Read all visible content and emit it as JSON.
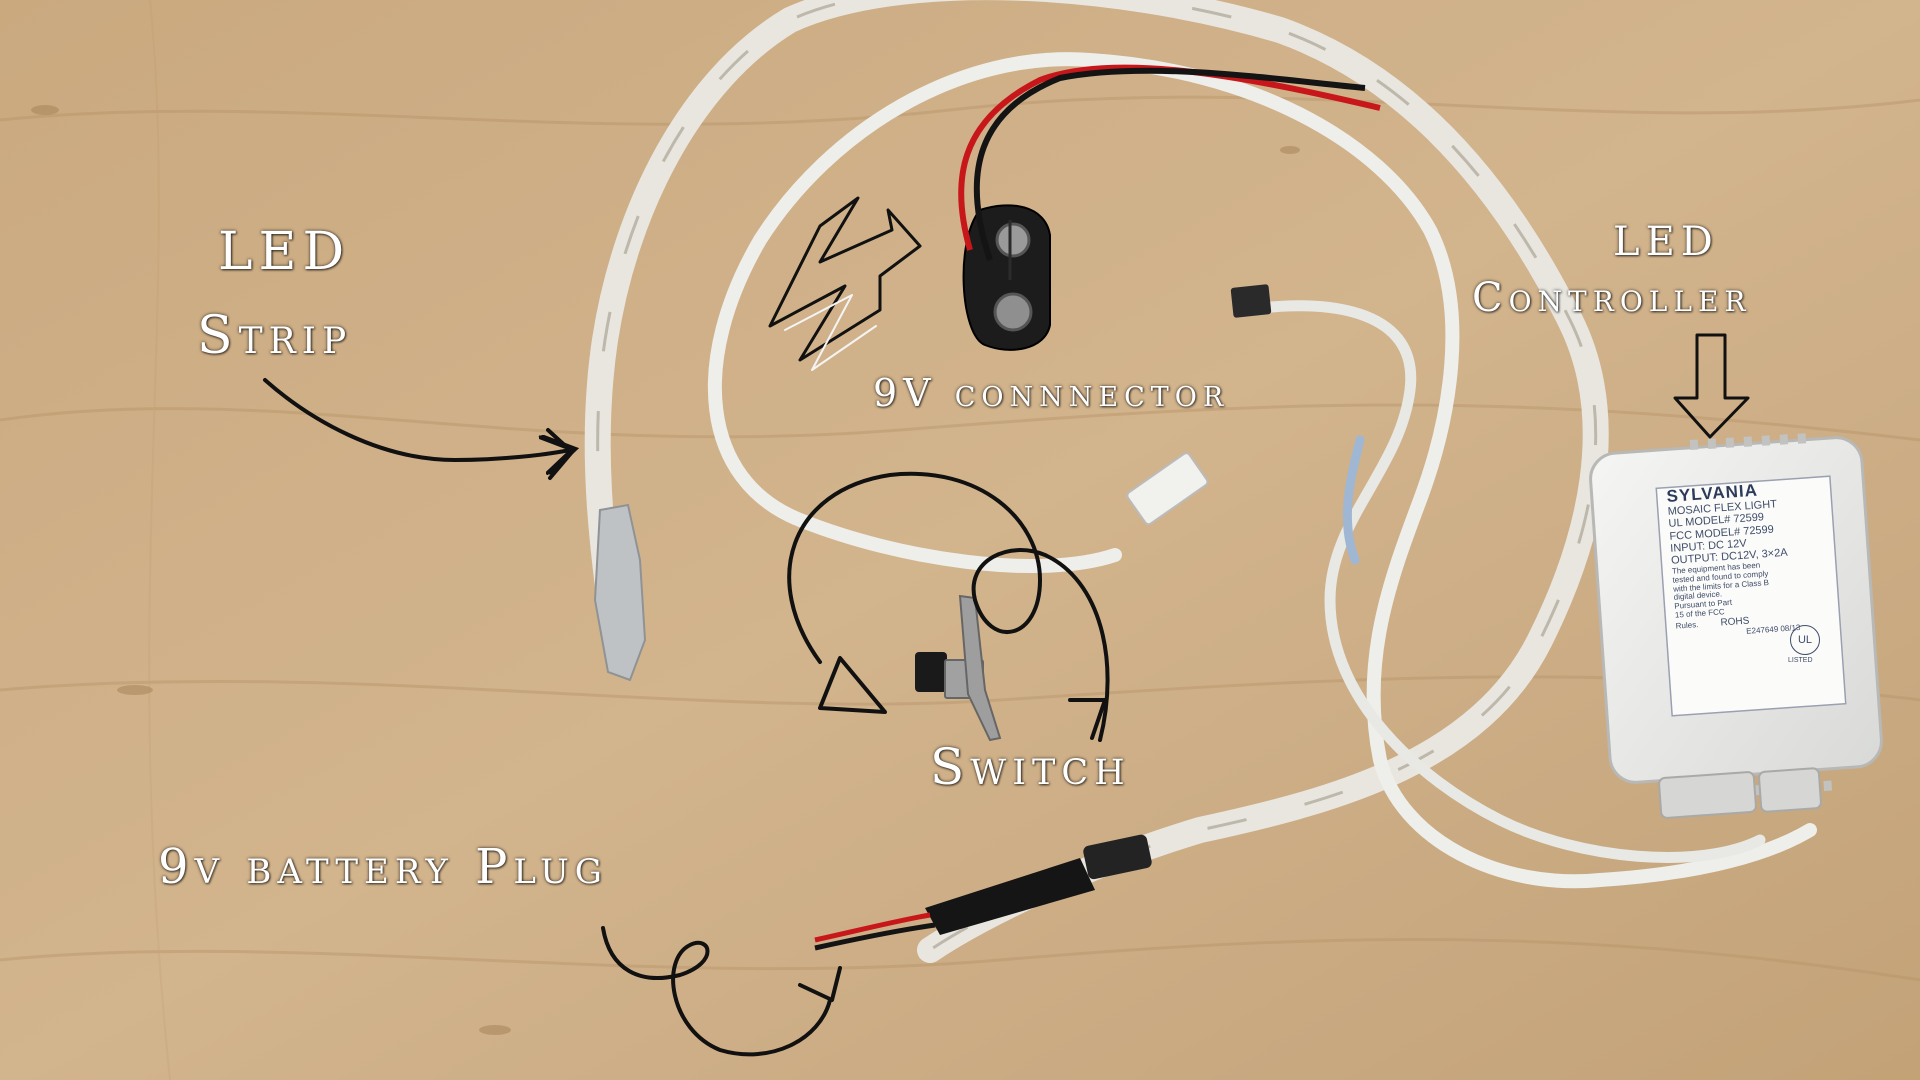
{
  "captions": {
    "led_strip_line1": "LED",
    "led_strip_line2": "Strip",
    "nine_v_connector": "9V connnector",
    "led_controller_line1": "LED",
    "led_controller_line2": "Controller",
    "switch": "Switch",
    "battery_plug": "9v battery Plug"
  },
  "controller_label": {
    "brand": "SYLVANIA",
    "line1": "MOSAIC FLEX LIGHT",
    "line2": "UL MODEL# 72599",
    "line3": "FCC MODEL# 72599",
    "line4": "INPUT: DC 12V",
    "line5": "OUTPUT: DC12V, 3×2A",
    "fcc1": "The equipment has been",
    "fcc2": "tested and found to comply",
    "fcc3": "with the limits for a Class B",
    "fcc4": "digital device.",
    "fcc5": "Pursuant to Part",
    "fcc6": "15 of the FCC",
    "fcc7": "Rules.",
    "rohs": "ROHS",
    "code": "E247649  08/13",
    "ul_mark": "UL",
    "ul_listed": "LISTED"
  },
  "colors": {
    "wood": "#c9ab83",
    "caption_text": "#ffffff",
    "arrow_ink": "#111111",
    "cable_white": "#eeeeea",
    "wire_red": "#c8171b",
    "wire_black": "#141414"
  }
}
